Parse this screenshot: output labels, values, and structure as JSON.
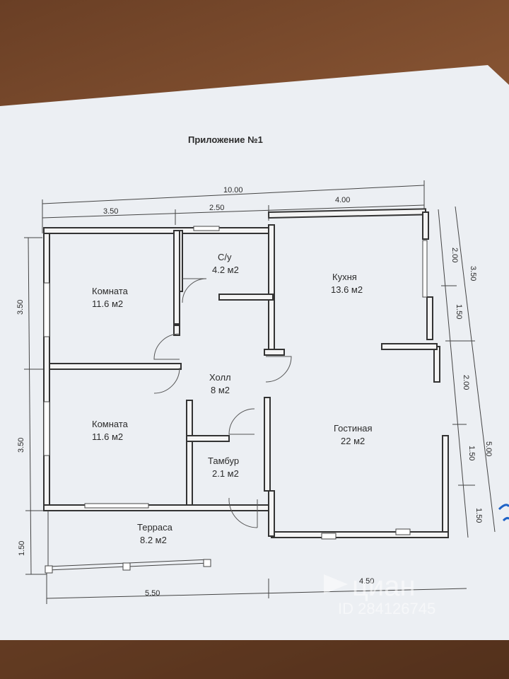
{
  "document": {
    "title": "Приложение №1"
  },
  "rooms": [
    {
      "name": "Комната",
      "area": "11.6 м2"
    },
    {
      "name": "С/у",
      "area": "4.2 м2"
    },
    {
      "name": "Кухня",
      "area": "13.6 м2"
    },
    {
      "name": "Комната",
      "area": "11.6 м2"
    },
    {
      "name": "Холл",
      "area": "8 м2"
    },
    {
      "name": "Гостиная",
      "area": "22 м2"
    },
    {
      "name": "Тамбур",
      "area": "2.1 м2"
    },
    {
      "name": "Терраса",
      "area": "8.2 м2"
    }
  ],
  "dimensions": {
    "top_total": "10.00",
    "top_segments": [
      "3.50",
      "2.50",
      "4.00"
    ],
    "left_segments": [
      "3.50",
      "3.50",
      "1.50"
    ],
    "right_inner": [
      "2.00",
      "1.50",
      "2.00",
      "1.50",
      "1.50"
    ],
    "right_outer": [
      "3.50",
      "5.00"
    ],
    "bottom_segments": [
      "5.50",
      "4.50"
    ]
  },
  "watermark": {
    "brand": "циан",
    "id": "ID 284126745"
  }
}
